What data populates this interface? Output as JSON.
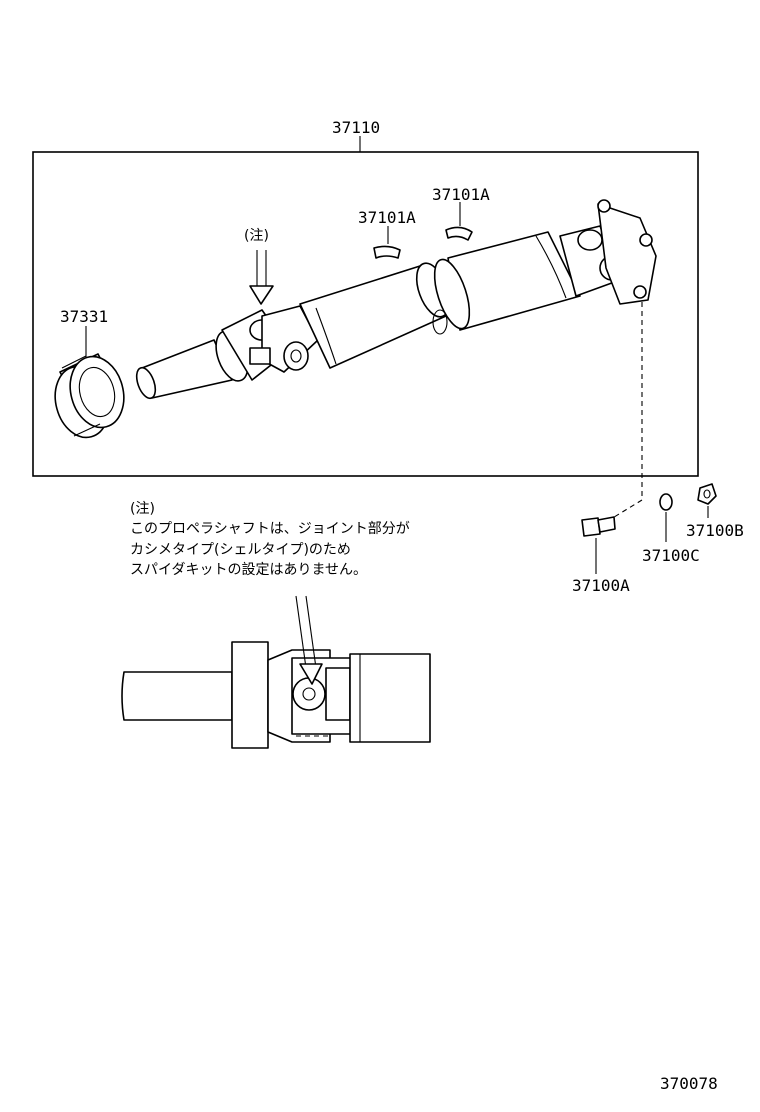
{
  "labels": {
    "assembly": "37110",
    "balance_weight_upper": "37101A",
    "balance_weight_lower": "37101A",
    "note_marker": "(注)",
    "dust_cover": "37331",
    "bolt": "37100A",
    "nut": "37100B",
    "washer": "37100C",
    "figure_number": "370078"
  },
  "note": {
    "heading": "(注)",
    "line1": "このプロペラシャフトは、ジョイント部分が",
    "line2": "カシメタイプ(シェルタイプ)のため",
    "line3": "スパイダキットの設定はありません。"
  },
  "colors": {
    "ink": "#000000",
    "paper": "#ffffff"
  }
}
